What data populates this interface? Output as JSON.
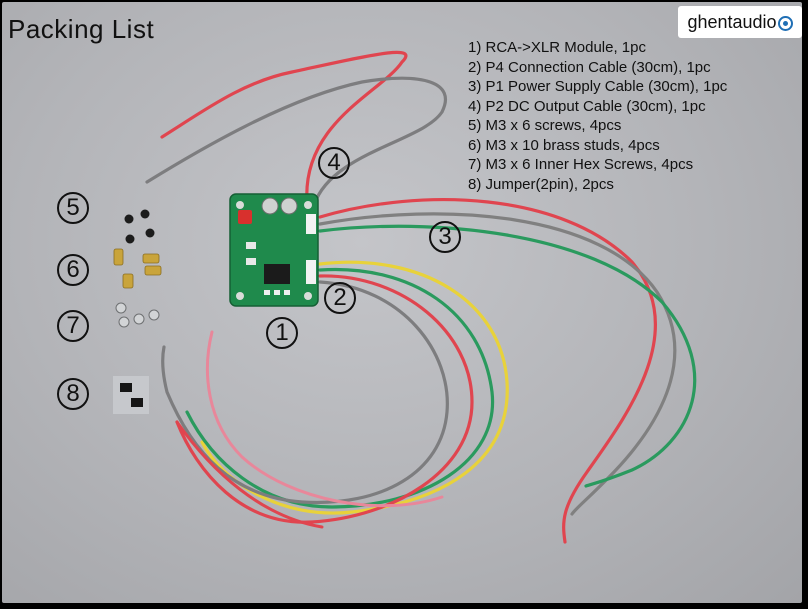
{
  "photo": {
    "title": "Packing List",
    "logo_text": "ghentaudio",
    "packing_list": [
      "1) RCA->XLR Module, 1pc",
      "2) P4 Connection Cable (30cm), 1pc",
      "3) P1 Power Supply Cable (30cm), 1pc",
      "4) P2 DC Output Cable (30cm), 1pc",
      "5) M3 x 6 screws,  4pcs",
      "6) M3 x 10 brass studs,  4pcs",
      "7) M3 x 6 Inner Hex Screws, 4pcs",
      "8) Jumper(2pin), 2pcs"
    ],
    "callouts": [
      "1",
      "2",
      "3",
      "4",
      "5",
      "6",
      "7",
      "8"
    ]
  },
  "colors": {
    "background": "#b8b9bd",
    "pcb": "#1f8a4c",
    "wire_red": "#e0454f",
    "wire_green": "#2a9a5e",
    "wire_yellow": "#e8d23a",
    "wire_grey": "#808080",
    "wire_pink": "#e8879a",
    "brass": "#c9a43b",
    "logo_accent": "#1f6fb5"
  }
}
